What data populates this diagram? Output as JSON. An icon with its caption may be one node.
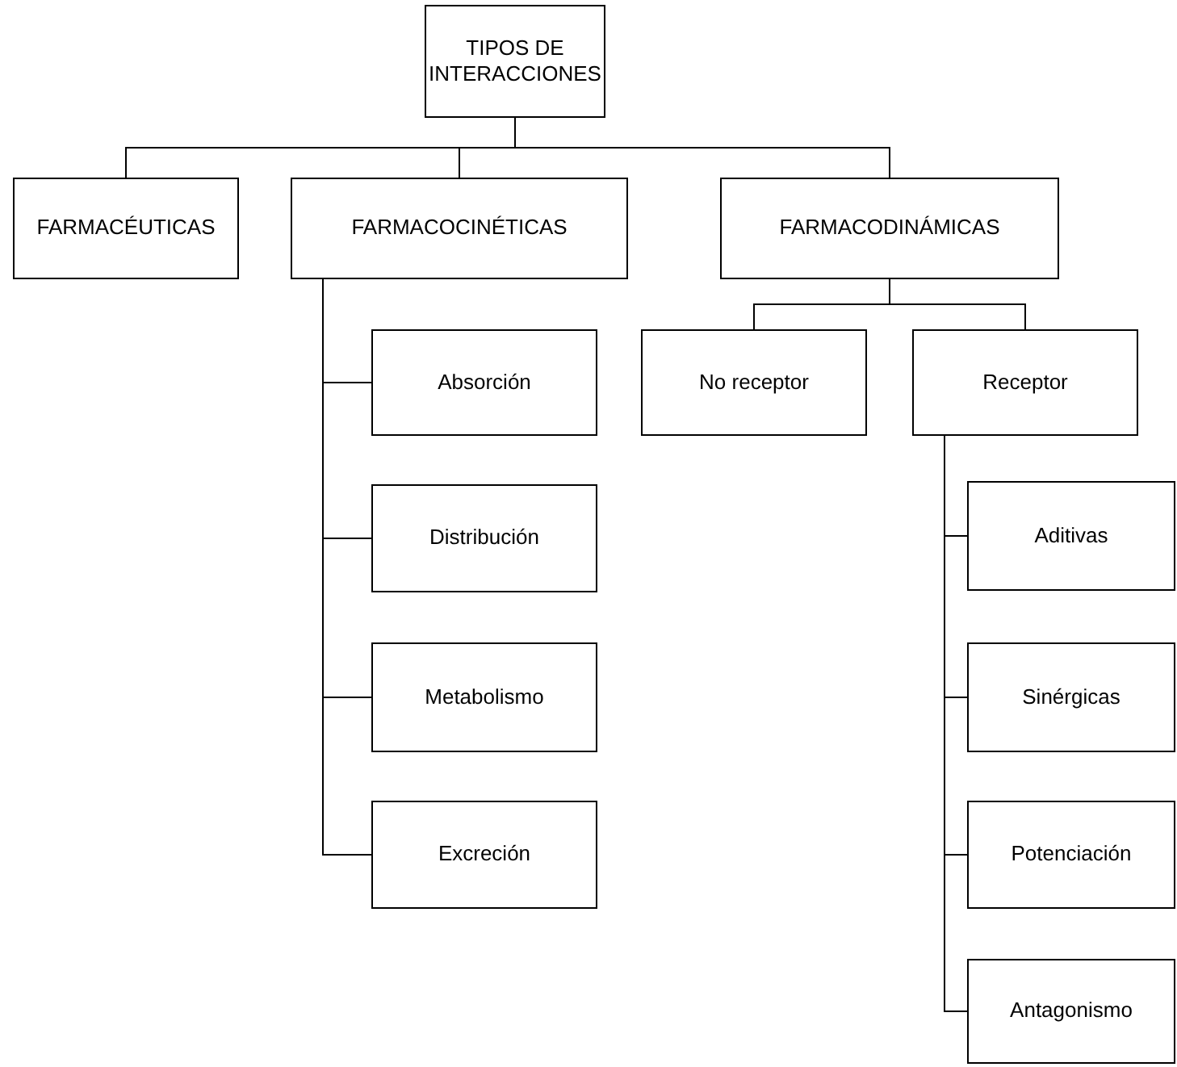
{
  "diagram": {
    "nodes": [
      {
        "text": [
          "TIPOS DE INTERACCIONES"
        ]
      },
      {
        "text": [
          "FARMACÉUTICAS"
        ]
      },
      {
        "text": [
          "FARMACOCINÉTICAS"
        ]
      },
      {
        "text": [
          "FARMACODINÁMICAS"
        ]
      },
      {
        "text": [
          "No receptor"
        ]
      },
      {
        "text": [
          "Receptor"
        ]
      },
      {
        "text": [
          "Absorción"
        ]
      },
      {
        "text": [
          "Distribución"
        ]
      },
      {
        "text": [
          "Metabolismo"
        ]
      },
      {
        "text": [
          "Excreción"
        ]
      },
      {
        "text": [
          "Aditivas"
        ]
      },
      {
        "text": [
          "Sinérgicas"
        ]
      },
      {
        "text": [
          "Potenciación"
        ]
      },
      {
        "text": [
          "Antagonismo"
        ]
      }
    ],
    "edges": [
      {
        "from": 0,
        "to": 1,
        "arrow": "none"
      },
      {
        "from": 0,
        "to": 2,
        "arrow": "none"
      },
      {
        "from": 0,
        "to": 3,
        "arrow": "none"
      },
      {
        "from": 3,
        "to": 4,
        "arrow": "none"
      },
      {
        "from": 3,
        "to": 5,
        "arrow": "none"
      },
      {
        "from": 2,
        "to": 6,
        "arrow": "none"
      },
      {
        "from": 2,
        "to": 7,
        "arrow": "none"
      },
      {
        "from": 2,
        "to": 8,
        "arrow": "none"
      },
      {
        "from": 2,
        "to": 9,
        "arrow": "none"
      },
      {
        "from": 5,
        "to": 10,
        "arrow": "none"
      },
      {
        "from": 5,
        "to": 11,
        "arrow": "none"
      },
      {
        "from": 5,
        "to": 12,
        "arrow": "none"
      },
      {
        "from": 5,
        "to": 13,
        "arrow": "none"
      }
    ]
  }
}
